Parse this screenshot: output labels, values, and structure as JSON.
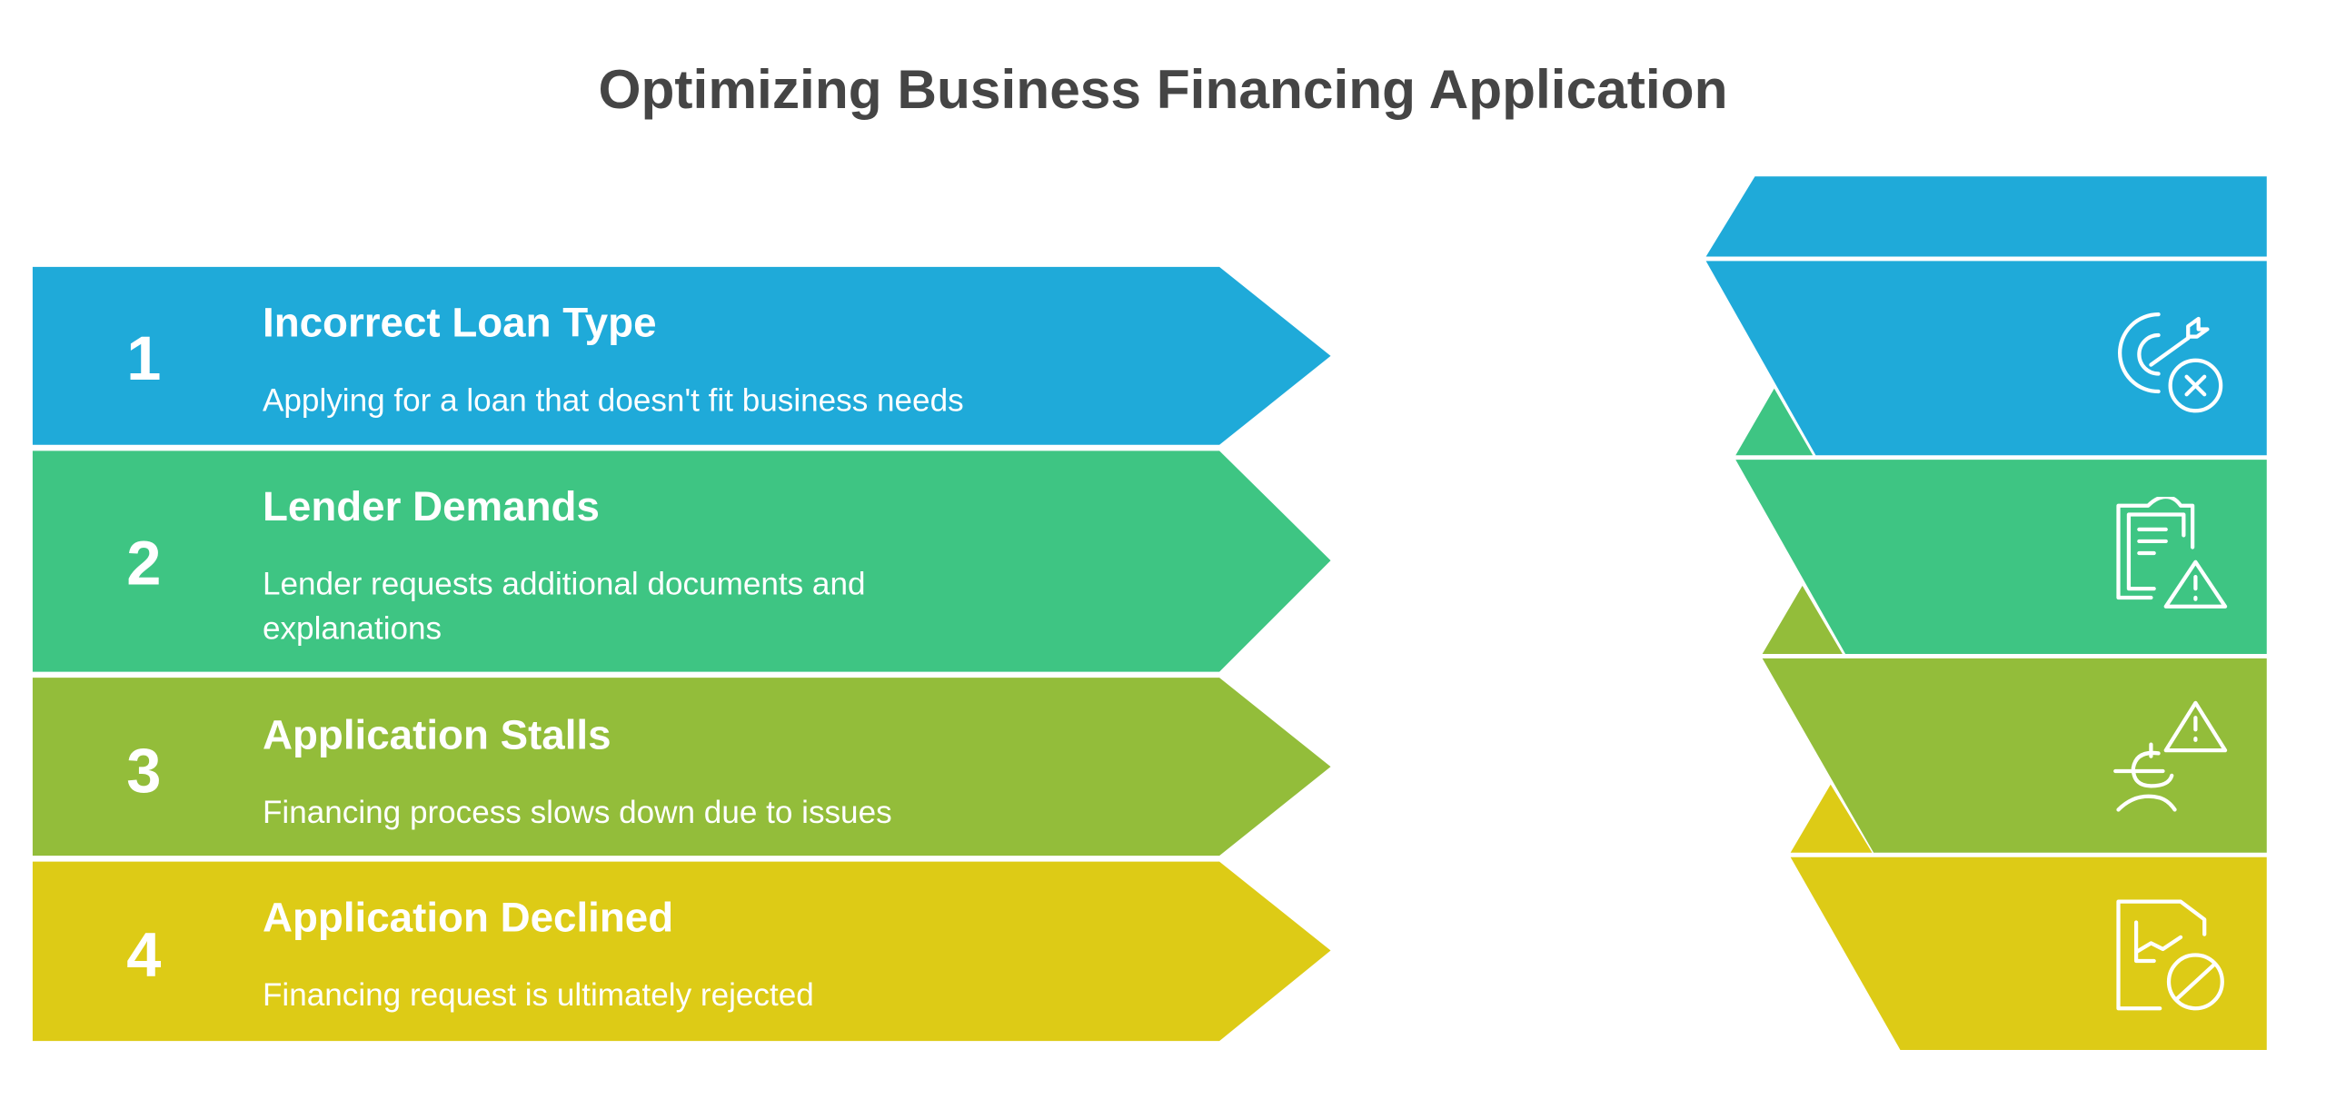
{
  "title": "Optimizing Business Financing Application",
  "colors": {
    "blue": "#1FAAD9",
    "green": "#3EC583",
    "olive": "#93BD3A",
    "yellow": "#DDCB16",
    "title": "#454545"
  },
  "steps": [
    {
      "number": "1",
      "heading": "Incorrect Loan Type",
      "description": "Applying for a loan that doesn't fit business needs",
      "icon": "target-miss-icon"
    },
    {
      "number": "2",
      "heading": "Lender Demands",
      "description": "Lender requests additional documents and explanations",
      "icon": "clipboard-warning-icon"
    },
    {
      "number": "3",
      "heading": "Application Stalls",
      "description": "Financing process slows down due to issues",
      "icon": "euro-warning-icon"
    },
    {
      "number": "4",
      "heading": "Application Declined",
      "description": "Financing request is ultimately rejected",
      "icon": "chart-blocked-icon"
    }
  ]
}
